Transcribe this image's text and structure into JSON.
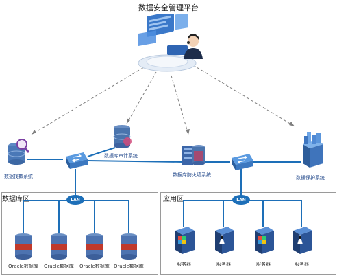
{
  "title": "数据安全管理平台",
  "top_nodes": {
    "discovery": "数据找数系统",
    "audit": "数据库审计系统",
    "firewall": "数据库防火墙系统",
    "protection": "数据保护系统"
  },
  "zones": {
    "database": {
      "title": "数据库区",
      "lan": "LAN",
      "items": [
        "Oracle数据库",
        "Oracle数据库",
        "Oracle数据库",
        "Oracle数据库"
      ]
    },
    "application": {
      "title": "应用区",
      "lan": "LAN",
      "items": [
        "服务器",
        "服务器",
        "服务器",
        "服务器"
      ]
    }
  },
  "colors": {
    "link_line": "#1d6fb8",
    "dashed_line": "#7f7f7f",
    "db_red": "#c0392b",
    "switch_blue": "#2f7bd1"
  }
}
